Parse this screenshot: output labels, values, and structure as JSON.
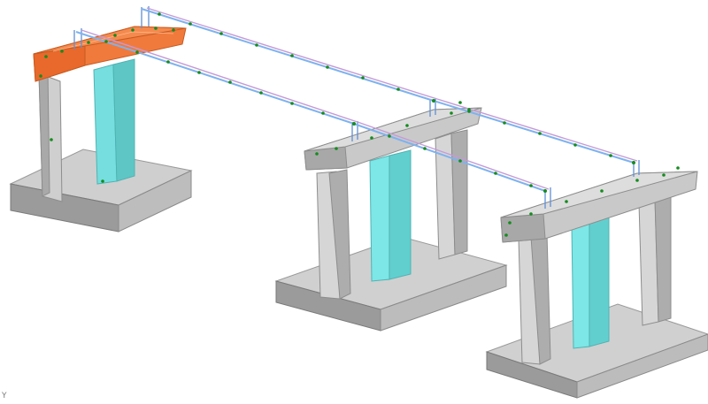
{
  "viewport": {
    "background": "#ffffff",
    "axis_marker_text": "Y"
  },
  "colors": {
    "selected_cap": "#f07a3c",
    "pier_column": "#7ee3e6",
    "concrete": "#bdbdbd",
    "beam_line_1": "#7fb2ee",
    "beam_line_2": "#c49ad8",
    "node": "#148c1e"
  },
  "bents": [
    {
      "id": "bent-1",
      "state": "selected"
    },
    {
      "id": "bent-2",
      "state": "default"
    },
    {
      "id": "bent-3",
      "state": "default"
    }
  ]
}
